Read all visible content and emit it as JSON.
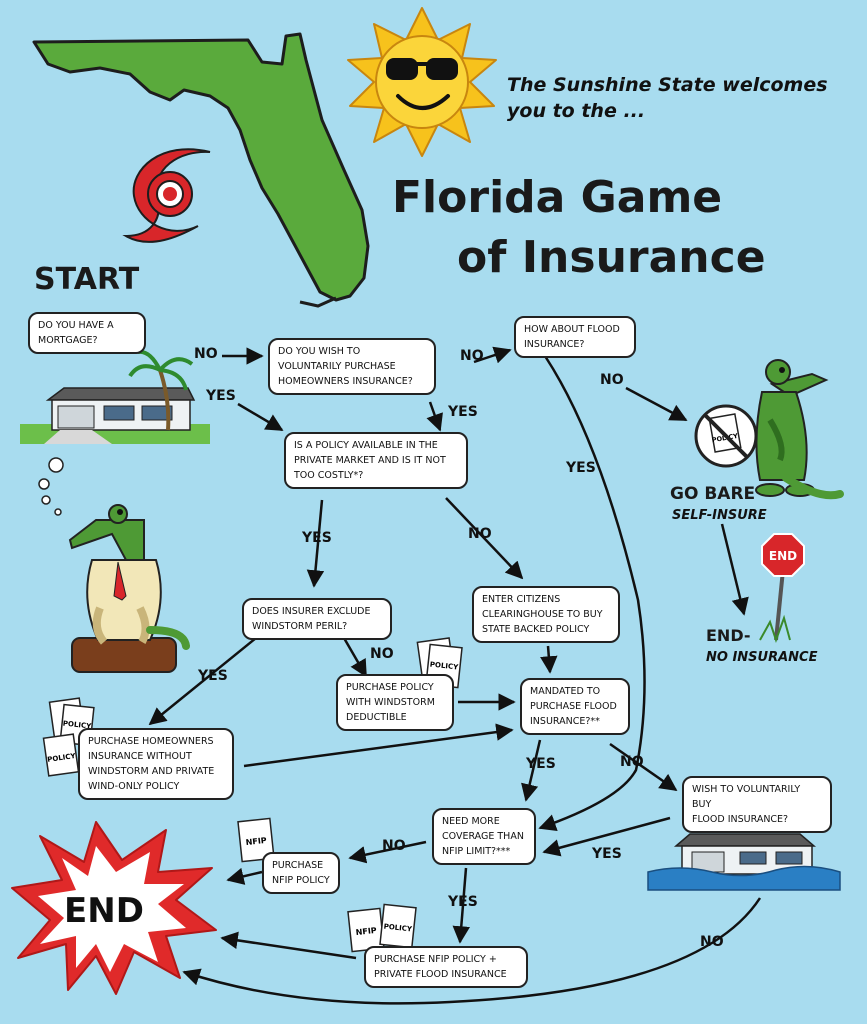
{
  "header": {
    "welcome_line1": "The Sunshine State welcomes",
    "welcome_line2": "you to the ...",
    "title_line1": "Florida Game",
    "title_line2": "of Insurance",
    "start": "START"
  },
  "boxes": {
    "mortgage": [
      "Do you have a",
      "mortgage?"
    ],
    "voluntary_homeowners": [
      "Do you wish to",
      "voluntarily purchase",
      "homeowners insurance?"
    ],
    "flood_insurance": [
      "How about flood",
      "insurance?"
    ],
    "private_market": [
      "Is a policy available in the",
      "private market and is it not",
      "too costly*?"
    ],
    "exclude_windstorm": [
      "Does insurer exclude",
      "windstorm peril?"
    ],
    "citizens": [
      "Enter Citizens",
      "clearinghouse to buy",
      "state backed policy"
    ],
    "purchase_windstorm_deductible": [
      "Purchase policy",
      "with windstorm",
      "deductible"
    ],
    "mandated_flood": [
      "Mandated to",
      "purchase flood",
      "insurance?**"
    ],
    "purchase_without_windstorm": [
      "Purchase homeowners",
      "insurance without",
      "windstorm and private",
      "wind-only policy"
    ],
    "wish_voluntarily_flood": [
      "Wish to voluntarily buy",
      "flood insurance?"
    ],
    "need_more_coverage": [
      "Need more",
      "coverage than",
      "NFIP limit?***"
    ],
    "purchase_nfip": [
      "Purchase",
      "NFIP policy"
    ],
    "purchase_nfip_private": [
      "Purchase NFIP policy +",
      "private flood insurance"
    ]
  },
  "labels": {
    "no": "NO",
    "yes": "YES"
  },
  "outcomes": {
    "go_bare": "GO BARE",
    "self_insure": "SELF-INSURE",
    "end_no_insurance_1": "END-",
    "end_no_insurance_2": "NO INSURANCE",
    "end_sign": "END",
    "end_burst": "END"
  },
  "stamps": {
    "policy": "POLICY",
    "nfip": "NFIP"
  },
  "colors": {
    "background": "#a8dcef",
    "florida_green": "#5aaa3c",
    "gator_green": "#4e9a35",
    "sun": "#f7c21c",
    "hurricane_red": "#d8262a",
    "end_burst_red": "#e02a2a",
    "flood_water": "#2a7fc4"
  }
}
